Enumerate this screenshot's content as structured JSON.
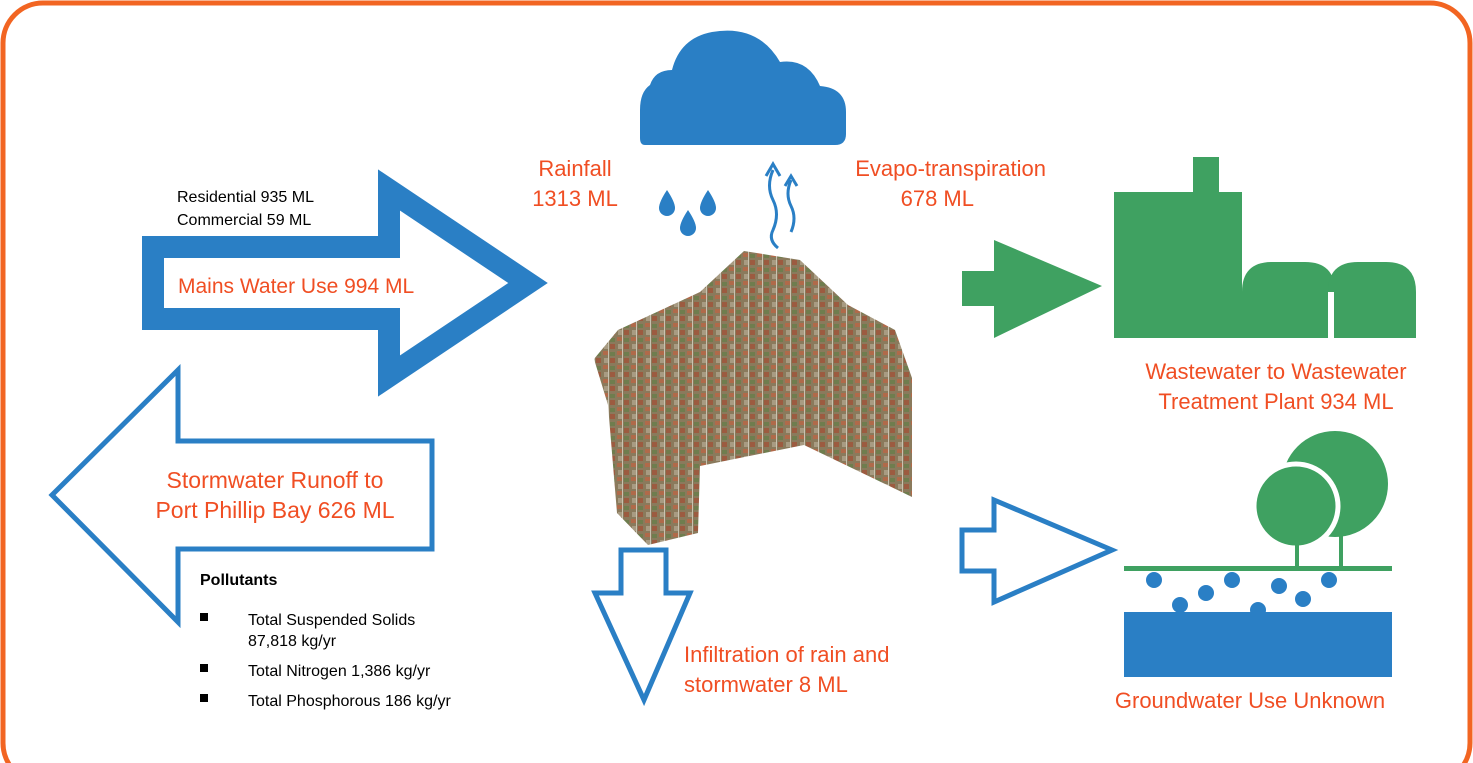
{
  "colors": {
    "frame": "#f26522",
    "blue": "#2a7fc5",
    "green": "#3fa161",
    "label_orange": "#f04e23",
    "text": "#000000"
  },
  "icons": [
    "cloud-icon",
    "raindrops-icon",
    "evaporation-icon",
    "wastewater-plant-icon",
    "tree-groundwater-icon",
    "suburb-aerial-image"
  ],
  "mains": {
    "residential": "Residential 935 ML",
    "commercial": "Commercial 59 ML",
    "label": "Mains Water Use 994 ML"
  },
  "rainfall": {
    "line1": "Rainfall",
    "line2": "1313 ML"
  },
  "evapo": {
    "line1": "Evapo-transpiration",
    "line2": "678 ML"
  },
  "wastewater": {
    "line1": "Wastewater to Wastewater",
    "line2": "Treatment Plant 934 ML"
  },
  "stormwater": {
    "line1": "Stormwater Runoff to",
    "line2": "Port Phillip Bay 626 ML"
  },
  "pollutants": {
    "title": "Pollutants",
    "items": [
      {
        "line1": "Total Suspended Solids",
        "line2": "87,818 kg/yr"
      },
      {
        "line1": "Total Nitrogen 1,386 kg/yr",
        "line2": ""
      },
      {
        "line1": "Total Phosphorous 186 kg/yr",
        "line2": ""
      }
    ]
  },
  "infiltration": {
    "line1": "Infiltration of rain and",
    "line2": "stormwater 8 ML"
  },
  "groundwater": {
    "label": "Groundwater Use Unknown"
  }
}
